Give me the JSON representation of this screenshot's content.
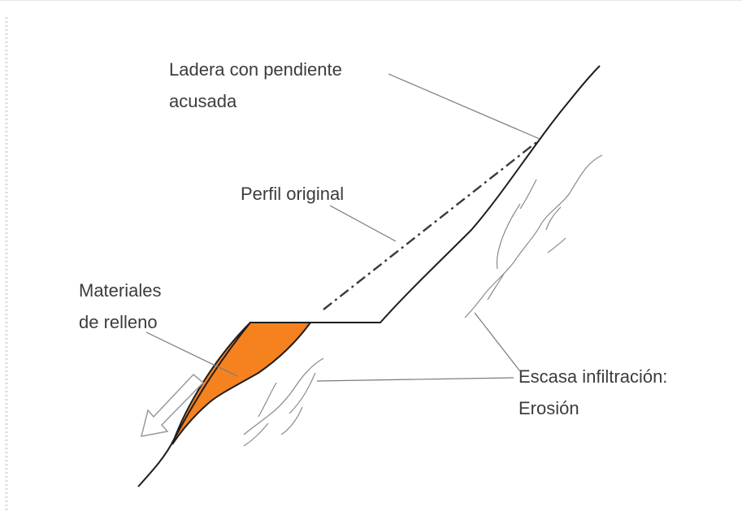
{
  "labels": {
    "slope_line1": "Ladera con pendiente",
    "slope_line2": "acusada",
    "original_profile": "Perfil original",
    "fill_line1": "Materiales",
    "fill_line2": "de relleno",
    "erosion_line1": "Escasa infiltración:",
    "erosion_line2": "Erosión"
  },
  "colors": {
    "fill": "#f5821f",
    "line": "#1e1e1e",
    "leader": "#7a7a7a",
    "text": "#3c3c3c",
    "arrow": "#9a9a9a"
  },
  "icons": {
    "movement_arrow": "arrow-down-left-outline"
  }
}
